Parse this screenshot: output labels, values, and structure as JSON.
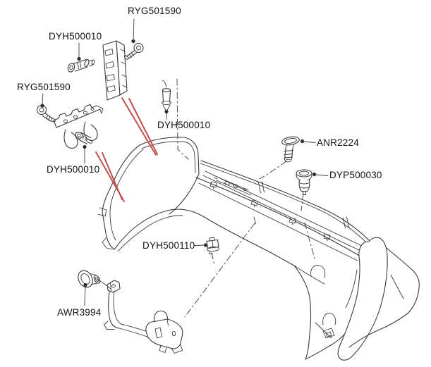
{
  "diagram": {
    "background_color": "#ffffff",
    "line_color": "#3a3a3a",
    "highlight_color": "#c0504d",
    "label_color": "#111111"
  },
  "parts": [
    {
      "id": "ryg501590-top",
      "label": "RYG501590",
      "shape": "flanged-screw"
    },
    {
      "id": "dyh500010-top",
      "label": "DYH500010",
      "shape": "bolt"
    },
    {
      "id": "ryg501590-left",
      "label": "RYG501590",
      "shape": "flanged-screw"
    },
    {
      "id": "dyh500010-left",
      "label": "DYH500010",
      "shape": "bolt"
    },
    {
      "id": "dyh500010-middle",
      "label": "DYH500010",
      "shape": "bolt"
    },
    {
      "id": "anr2224",
      "label": "ANR2224",
      "shape": "push-pin-clip"
    },
    {
      "id": "dyp500030",
      "label": "DYP500030",
      "shape": "grommet-clip"
    },
    {
      "id": "dyh500110",
      "label": "DYH500110",
      "shape": "retainer-clip"
    },
    {
      "id": "awr3994",
      "label": "AWR3994",
      "shape": "grommet-washer"
    }
  ]
}
